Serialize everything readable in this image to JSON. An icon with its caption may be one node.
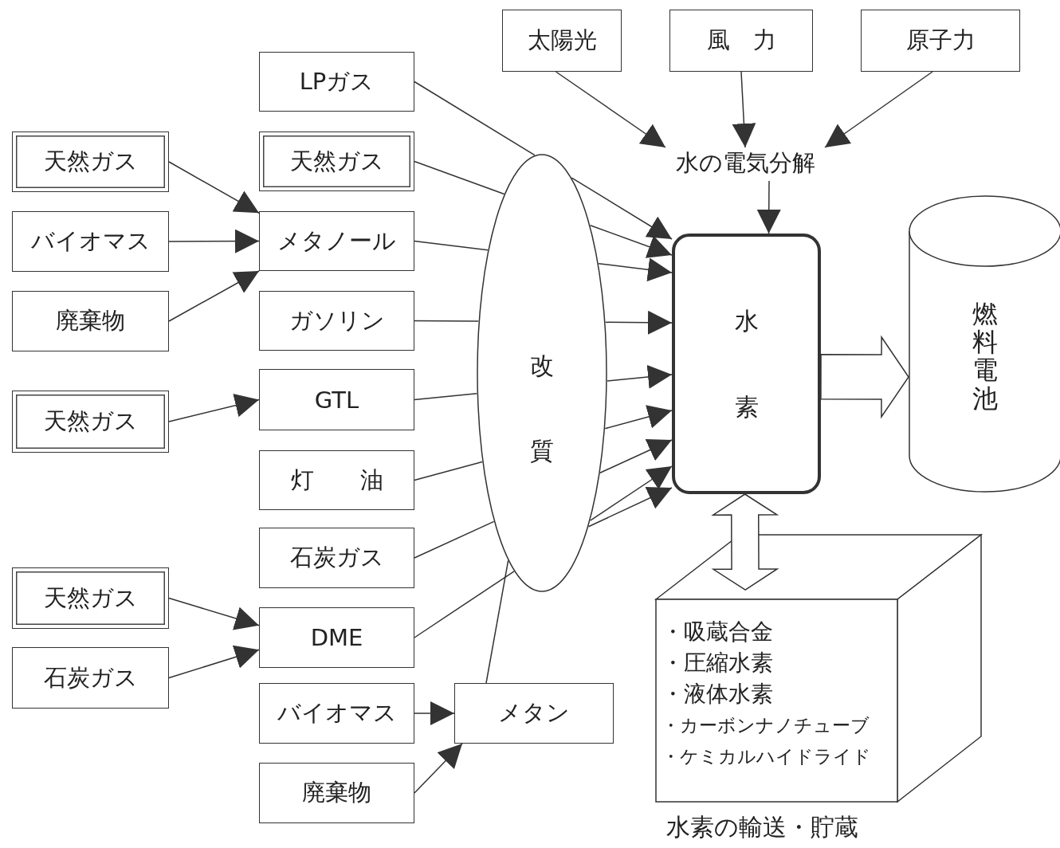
{
  "diagram": {
    "nodes": [
      {
        "text": [
          "太陽光"
        ]
      },
      {
        "text": [
          "風　力"
        ]
      },
      {
        "text": [
          "原子力"
        ]
      },
      {
        "text": [
          "水の電気分解"
        ]
      },
      {
        "text": [
          "LPガス"
        ]
      },
      {
        "text": [
          "天然ガス"
        ]
      },
      {
        "text": [
          "天然ガス"
        ]
      },
      {
        "text": [
          "バイオマス"
        ]
      },
      {
        "text": [
          "メタノール"
        ]
      },
      {
        "text": [
          "廃棄物"
        ]
      },
      {
        "text": [
          "ガソリン"
        ]
      },
      {
        "text": [
          "天然ガス"
        ]
      },
      {
        "text": [
          "GTL"
        ]
      },
      {
        "text": [
          "灯　　油"
        ]
      },
      {
        "text": [
          "石炭ガス"
        ]
      },
      {
        "text": [
          "天然ガス"
        ]
      },
      {
        "text": [
          "DME"
        ]
      },
      {
        "text": [
          "石炭ガス"
        ]
      },
      {
        "text": [
          "バイオマス"
        ]
      },
      {
        "text": [
          "メタン"
        ]
      },
      {
        "text": [
          "廃棄物"
        ]
      },
      {
        "text": [
          "改質"
        ]
      },
      {
        "text": [
          "水素"
        ]
      },
      {
        "text": [
          "燃料電池"
        ]
      },
      {
        "text": [
          "・吸蔵合金",
          "・圧縮水素",
          "・液体水素",
          "・カーボンナノチューブ",
          "・ケミカルハイドライド",
          "水素の輸送・貯蔵"
        ]
      }
    ],
    "edges": [
      {
        "from": 0,
        "to": 3,
        "arrow": "to"
      },
      {
        "from": 1,
        "to": 3,
        "arrow": "to"
      },
      {
        "from": 2,
        "to": 3,
        "arrow": "to"
      },
      {
        "from": 3,
        "to": 22,
        "arrow": "to"
      },
      {
        "from": 6,
        "to": 8,
        "arrow": "to"
      },
      {
        "from": 7,
        "to": 8,
        "arrow": "to"
      },
      {
        "from": 9,
        "to": 8,
        "arrow": "to"
      },
      {
        "from": 11,
        "to": 12,
        "arrow": "to"
      },
      {
        "from": 15,
        "to": 16,
        "arrow": "to"
      },
      {
        "from": 17,
        "to": 16,
        "arrow": "to"
      },
      {
        "from": 18,
        "to": 19,
        "arrow": "to"
      },
      {
        "from": 20,
        "to": 19,
        "arrow": "to"
      },
      {
        "from": 4,
        "to": 21,
        "arrow": "none"
      },
      {
        "from": 5,
        "to": 21,
        "arrow": "none"
      },
      {
        "from": 8,
        "to": 21,
        "arrow": "none"
      },
      {
        "from": 10,
        "to": 21,
        "arrow": "none"
      },
      {
        "from": 12,
        "to": 21,
        "arrow": "none"
      },
      {
        "from": 13,
        "to": 21,
        "arrow": "none"
      },
      {
        "from": 14,
        "to": 21,
        "arrow": "none"
      },
      {
        "from": 16,
        "to": 21,
        "arrow": "none"
      },
      {
        "from": 19,
        "to": 21,
        "arrow": "none"
      },
      {
        "from": 21,
        "to": 22,
        "arrow": "to"
      },
      {
        "from": 21,
        "to": 22,
        "arrow": "to"
      },
      {
        "from": 21,
        "to": 22,
        "arrow": "to"
      },
      {
        "from": 21,
        "to": 22,
        "arrow": "to"
      },
      {
        "from": 21,
        "to": 22,
        "arrow": "to"
      },
      {
        "from": 21,
        "to": 22,
        "arrow": "to"
      },
      {
        "from": 21,
        "to": 22,
        "arrow": "to"
      },
      {
        "from": 21,
        "to": 22,
        "arrow": "to"
      },
      {
        "from": 21,
        "to": 22,
        "arrow": "to"
      },
      {
        "from": 22,
        "to": 23,
        "arrow": "to",
        "style": "thick"
      },
      {
        "from": 22,
        "to": 24,
        "arrow": "both",
        "style": "thick"
      }
    ]
  }
}
